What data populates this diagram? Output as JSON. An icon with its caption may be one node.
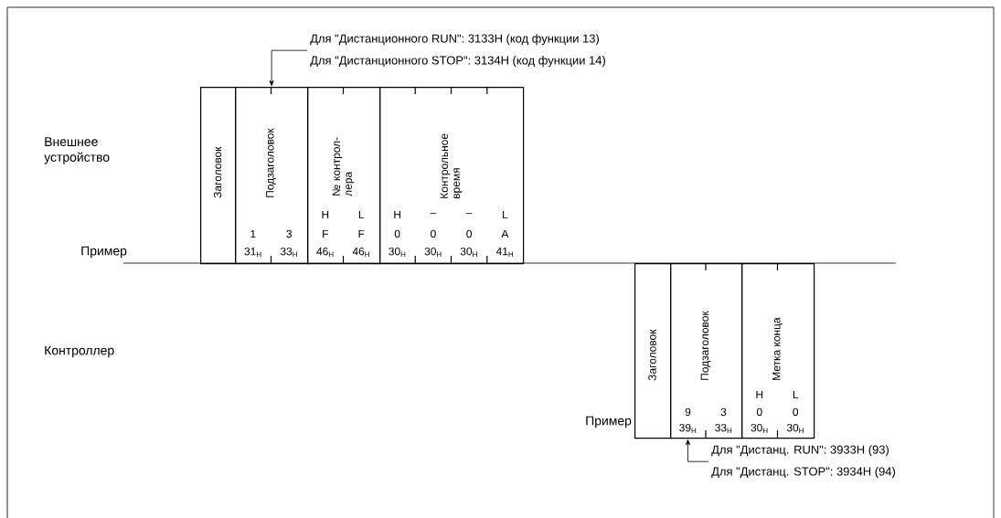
{
  "diagram": {
    "nodes": [
      {
        "text": [
          "Заголовок"
        ]
      },
      {
        "text": [
          "Подзаголовок",
          "1",
          "3",
          "31$_{H}$",
          "33$_{H}$"
        ]
      },
      {
        "text": [
          "№ контрол- лера",
          "H",
          "L",
          "F",
          "F",
          "46$_{H}$",
          "46$_{H}$"
        ]
      },
      {
        "text": [
          "Контрольное время",
          "H",
          "–",
          "–",
          "L",
          "0",
          "0",
          "0",
          "A",
          "30$_{H}$",
          "30$_{H}$",
          "30$_{H}$",
          "41$_{H}$"
        ]
      },
      {
        "text": [
          "Заголовок"
        ]
      },
      {
        "text": [
          "Подзаголовок",
          "9",
          "3",
          "39$_{H}$",
          "33$_{H}$"
        ]
      },
      {
        "text": [
          "Метка конца",
          "H",
          "L",
          "0",
          "0",
          "30$_{H}$",
          "30$_{H}$"
        ]
      },
      {
        "text": [
          "Для \"Дистанционного RUN\": 3133H (код функции 13)",
          "Для \"Дистанционного STOP\": 3134H (код функции 14)"
        ]
      },
      {
        "text": [
          "Для \"Дистанц. RUN\": 3933H (93)",
          "Для \"Дистанц. STOP\": 3934H (94)"
        ]
      }
    ],
    "edges": [
      {
        "from": 7,
        "to": 1,
        "arrow": "to"
      },
      {
        "from": 8,
        "to": 5,
        "arrow": "to"
      }
    ],
    "labels": [
      "Внешнее устройство",
      "Пример",
      "Контроллер",
      "Пример"
    ]
  }
}
